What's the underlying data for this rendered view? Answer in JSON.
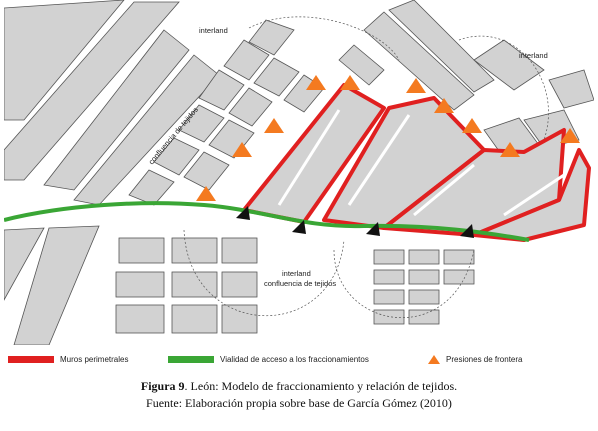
{
  "map": {
    "labels": {
      "interland_top": "interland",
      "interland_right": "interland",
      "confluencia_left": "confluencia de tejidos",
      "interland_bottom": "interland",
      "confluencia_bottom": "confluencia de tejidos"
    }
  },
  "legend": {
    "walls": "Muros perimetrales",
    "road": "Vialidad de acceso a los fraccionamientos",
    "pressures": "Presiones de frontera"
  },
  "caption": {
    "figure_label": "Figura 9",
    "title": ". León: Modelo de fraccionamiento y relación de tejidos.",
    "source": "Fuente: Elaboración propia sobre base de García Gómez (2010)"
  },
  "colors": {
    "walls": "#e02020",
    "road": "#3aa635",
    "pressures": "#f47a20",
    "blocks": "#d2d2d2",
    "block_outline": "#555555",
    "background": "#ffffff"
  }
}
